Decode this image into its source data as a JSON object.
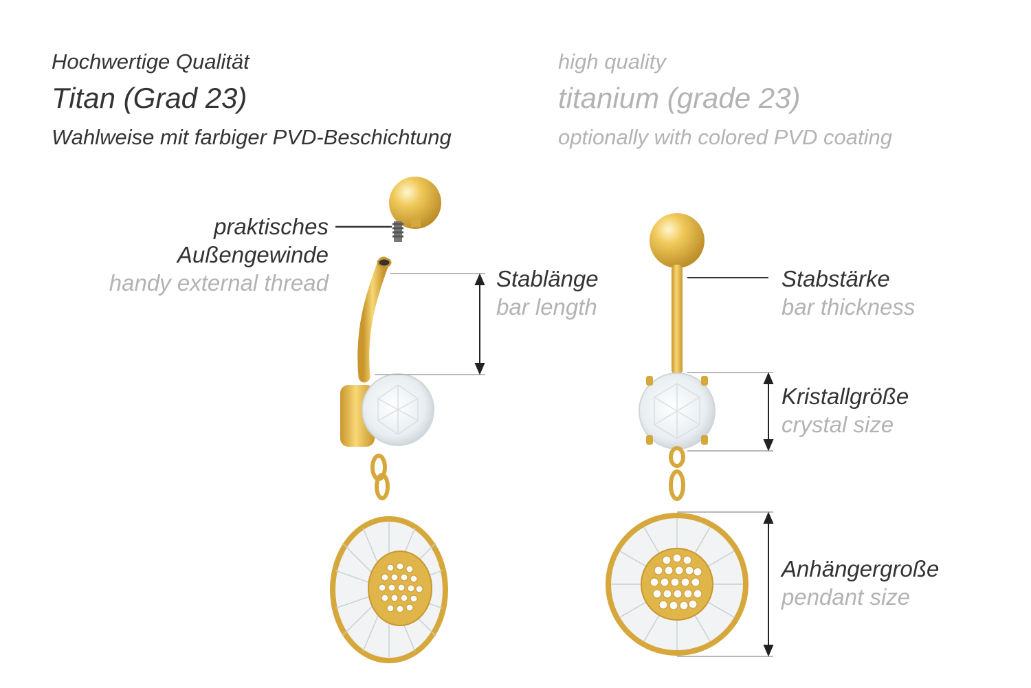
{
  "header": {
    "de_quality": "Hochwertige Qualität",
    "de_material": "Titan (Grad 23)",
    "de_coating": "Wahlweise mit farbiger PVD-Beschichtung",
    "en_quality": "high quality",
    "en_material": "titanium (grade 23)",
    "en_coating": "optionally with colored PVD coating"
  },
  "labels": {
    "thread_de_1": "praktisches",
    "thread_de_2": "Außengewinde",
    "thread_en": "handy external thread",
    "bar_length_de": "Stablänge",
    "bar_length_en": "bar length",
    "bar_thickness_de": "Stabstärke",
    "bar_thickness_en": "bar thickness",
    "crystal_de": "Kristallgröße",
    "crystal_en": "crystal size",
    "pendant_de": "Anhängergroße",
    "pendant_en": "pendant size"
  },
  "colors": {
    "text_dark": "#333333",
    "text_light": "#b3b3b3",
    "gold": "#e2b54a",
    "guide_line": "#b8b8b8",
    "crystal": "#eef2f4"
  }
}
